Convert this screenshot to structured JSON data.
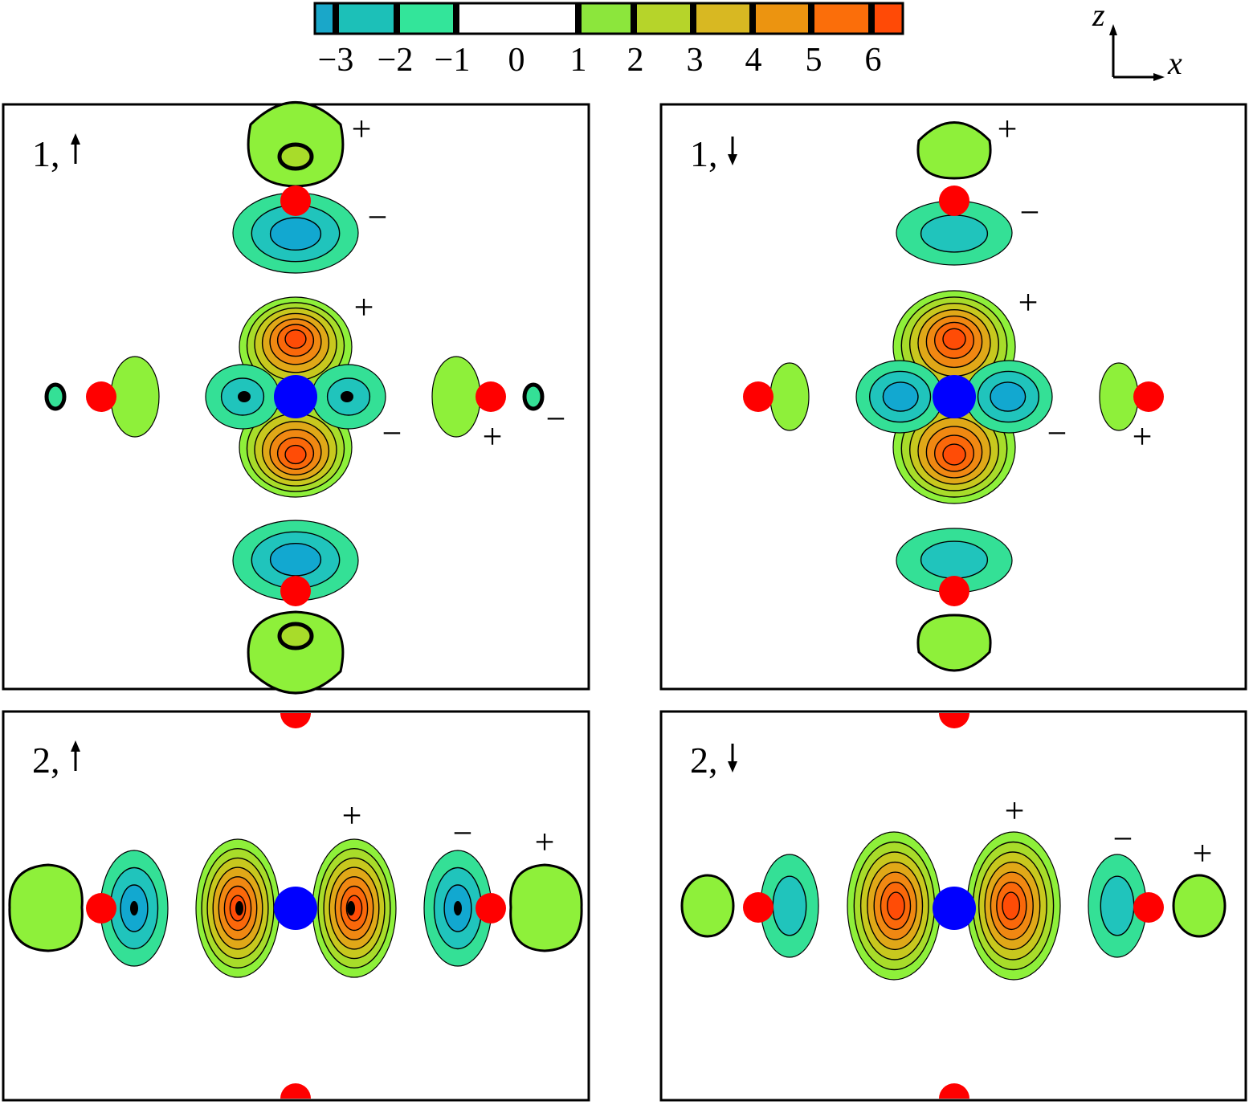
{
  "colorbar": {
    "tick_labels": [
      "−3",
      "−2",
      "−1",
      "0",
      "1",
      "2",
      "3",
      "4",
      "5",
      "6"
    ],
    "neg_colors": [
      "#1aa7c9",
      "#1cc0b8",
      "#33e59a"
    ],
    "pos_colors": [
      "#8ce63c",
      "#b6d42a",
      "#d8b822",
      "#ec9410",
      "#fb6e0a",
      "#ff4a06"
    ]
  },
  "axes": {
    "vertical": "z",
    "horizontal": "x"
  },
  "panels": [
    {
      "id": "1-up",
      "label": "1,",
      "spin": "up"
    },
    {
      "id": "1-down",
      "label": "1,",
      "spin": "down"
    },
    {
      "id": "2-up",
      "label": "2,",
      "spin": "up"
    },
    {
      "id": "2-down",
      "label": "2,",
      "spin": "down"
    }
  ],
  "signs": {
    "plus": "+",
    "minus": "−"
  },
  "atom_colors": {
    "metal": "#0000ff",
    "ligand": "#ff0000"
  },
  "level_colors": {
    "0": "#8ef03a",
    "1": "#a8dc2a",
    "2": "#c8c81e",
    "3": "#e0a818",
    "4": "#f08812",
    "5": "#fa680a",
    "6": "#ff4c06",
    "-1": "#34e096",
    "-2": "#20c4bc",
    "-3": "#12a8d0"
  }
}
